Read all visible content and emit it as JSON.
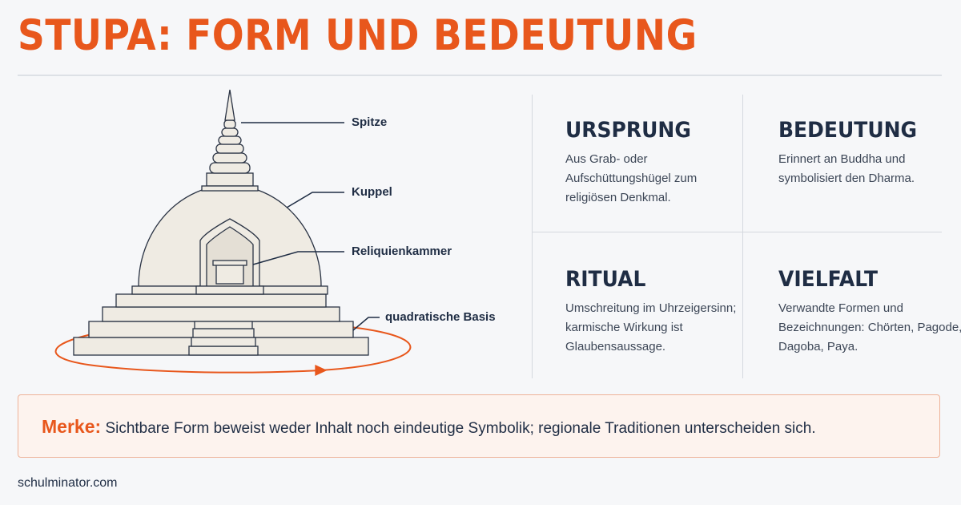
{
  "header": {
    "title": "STUPA: FORM UND BEDEUTUNG"
  },
  "diagram": {
    "labels": {
      "spitze": "Spitze",
      "kuppel": "Kuppel",
      "reliquienkammer": "Reliquienkammer",
      "basis": "quadratische Basis"
    },
    "colors": {
      "stone": "#efebe3",
      "stroke": "#2a3344",
      "accent": "#e8571c"
    }
  },
  "cards": [
    {
      "title": "URSPRUNG",
      "text": "Aus Grab- oder Aufschüttungshügel zum religiösen Denkmal."
    },
    {
      "title": "BEDEUTUNG",
      "text": "Erinnert an Buddha und symbolisiert den Dharma."
    },
    {
      "title": "RITUAL",
      "text": "Umschreitung im Uhrzeigersinn; karmische Wirkung ist Glaubensaussage."
    },
    {
      "title": "VIELFALT",
      "text": "Verwandte Formen und Bezeichnungen: Chörten, Pagode, Dagoba, Paya."
    }
  ],
  "note": {
    "key": "Merke:",
    "text": "Sichtbare Form beweist weder Inhalt noch eindeutige Symbolik; regionale Traditionen unterscheiden sich."
  },
  "footer": {
    "site": "schulminator.com"
  }
}
